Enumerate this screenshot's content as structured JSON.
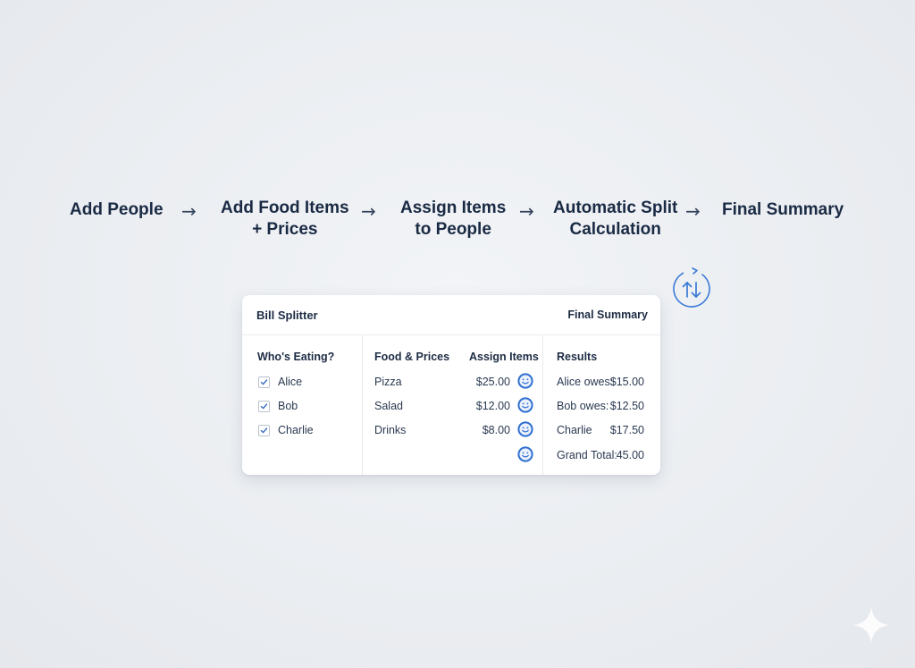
{
  "flow": {
    "steps": [
      {
        "line1": "Add People",
        "line2": ""
      },
      {
        "line1": "Add Food Items",
        "line2": "+ Prices"
      },
      {
        "line1": "Assign Items",
        "line2": "to People"
      },
      {
        "line1": "Automatic Split",
        "line2": "Calculation"
      },
      {
        "line1": "Final Summary",
        "line2": ""
      }
    ],
    "arrow": "→"
  },
  "card": {
    "title": "Bill Splitter",
    "header_link": "Final Summary",
    "people": {
      "heading": "Who's Eating?",
      "list": [
        {
          "name": "Alice",
          "checked": true
        },
        {
          "name": "Bob",
          "checked": true
        },
        {
          "name": "Charlie",
          "checked": true
        }
      ]
    },
    "food": {
      "heading": "Food & Prices",
      "assign_heading": "Assign Items",
      "items": [
        {
          "name": "Pizza",
          "price": "$25.00"
        },
        {
          "name": "Salad",
          "price": "$12.00"
        },
        {
          "name": "Drinks",
          "price": "$8.00"
        }
      ]
    },
    "results": {
      "heading": "Results",
      "rows": [
        {
          "label": "Alice owes:",
          "value": "$15.00"
        },
        {
          "label": "Bob owes:",
          "value": "$12.50"
        },
        {
          "label": "Charlie",
          "value": "$17.50"
        },
        {
          "label": "Grand Total:",
          "value": "45.00"
        }
      ]
    }
  },
  "colors": {
    "accent": "#2f6fd0",
    "text": "#1b2b45",
    "background": "#eceff3"
  },
  "icons": {
    "swap": "swap-arrows-icon",
    "assign": "smiley-icon",
    "checkbox": "checkmark-icon",
    "decor": "sparkle-icon"
  }
}
